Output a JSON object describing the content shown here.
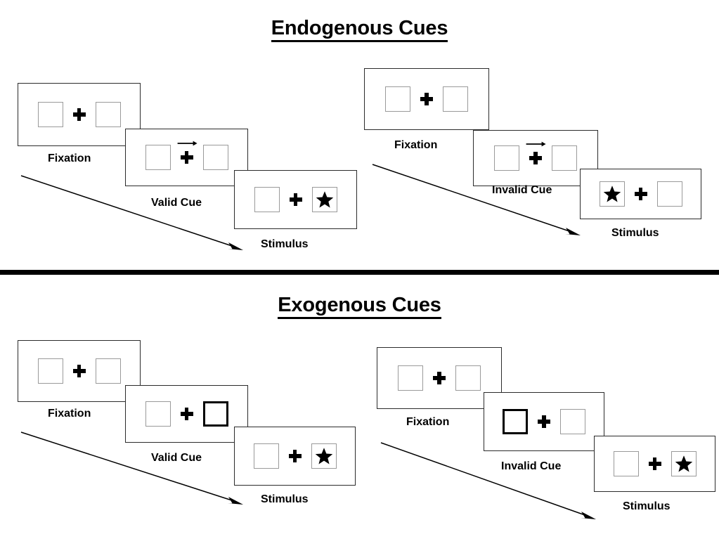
{
  "sections": [
    {
      "id": "endogenous",
      "title": "Endogenous Cues",
      "conditions": [
        {
          "id": "endogenous-valid",
          "frames": [
            {
              "label": "Fixation",
              "left_content": "empty",
              "right_content": "empty",
              "cue": "none",
              "cued_side": "none"
            },
            {
              "label": "Valid Cue",
              "left_content": "empty",
              "right_content": "empty",
              "cue": "arrow-right",
              "cued_side": "right"
            },
            {
              "label": "Stimulus",
              "left_content": "empty",
              "right_content": "star",
              "cue": "none",
              "cued_side": "none"
            }
          ]
        },
        {
          "id": "endogenous-invalid",
          "frames": [
            {
              "label": "Fixation",
              "left_content": "empty",
              "right_content": "empty",
              "cue": "none",
              "cued_side": "none"
            },
            {
              "label": "Invalid Cue",
              "left_content": "empty",
              "right_content": "empty",
              "cue": "arrow-right",
              "cued_side": "right"
            },
            {
              "label": "Stimulus",
              "left_content": "star",
              "right_content": "empty",
              "cue": "none",
              "cued_side": "none"
            }
          ]
        }
      ]
    },
    {
      "id": "exogenous",
      "title": "Exogenous Cues",
      "conditions": [
        {
          "id": "exogenous-valid",
          "frames": [
            {
              "label": "Fixation",
              "left_content": "empty",
              "right_content": "empty",
              "cue": "none",
              "cued_side": "none"
            },
            {
              "label": "Valid Cue",
              "left_content": "empty",
              "right_content": "empty",
              "cue": "box-flash",
              "cued_side": "right"
            },
            {
              "label": "Stimulus",
              "left_content": "empty",
              "right_content": "star",
              "cue": "none",
              "cued_side": "none"
            }
          ]
        },
        {
          "id": "exogenous-invalid",
          "frames": [
            {
              "label": "Fixation",
              "left_content": "empty",
              "right_content": "empty",
              "cue": "none",
              "cued_side": "none"
            },
            {
              "label": "Invalid Cue",
              "left_content": "empty",
              "right_content": "empty",
              "cue": "box-flash",
              "cued_side": "left"
            },
            {
              "label": "Stimulus",
              "left_content": "empty",
              "right_content": "star",
              "cue": "none",
              "cued_side": "none"
            }
          ]
        }
      ]
    }
  ],
  "icons": {
    "fixation_cross": "plus-cross-icon",
    "stimulus": "star-icon",
    "endogenous_cue": "arrow-right-icon",
    "exogenous_cue": "bold-box-icon",
    "timeline": "time-arrow-icon"
  },
  "colors": {
    "ink": "#000000",
    "panel_border": "#2b2b2b",
    "box_border": "#9a9a9a",
    "cued_box_border": "#000000",
    "background": "#ffffff",
    "divider": "#000000"
  }
}
